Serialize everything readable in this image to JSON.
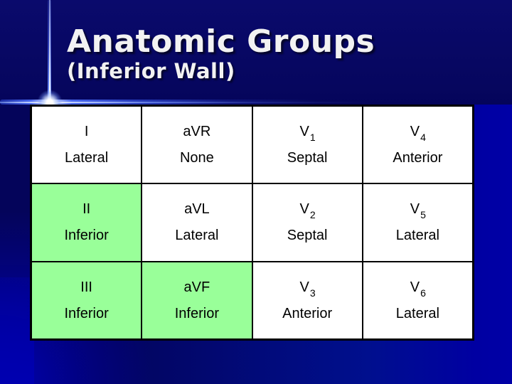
{
  "slide": {
    "title": "Anatomic Groups",
    "subtitle": "(Inferior Wall)"
  },
  "colors": {
    "background_dark_navy": "#06065e",
    "background_bright_blue": "#0000a6",
    "accent_line_blue": "#5073ff",
    "flare_white": "#ffffff",
    "title_text": "#f2f2f2",
    "table_border": "#000000",
    "cell_white": "#ffffff",
    "highlight_green": "#99ff99",
    "cell_text": "#000000"
  },
  "table": {
    "columns": 4,
    "rows": 3,
    "highlight_meaning": "Inferior wall leads highlighted in green",
    "cells": [
      {
        "lead": "I",
        "sub": "",
        "group": "Lateral",
        "highlighted": false,
        "bg": "#ffffff"
      },
      {
        "lead": "aVR",
        "sub": "",
        "group": "None",
        "highlighted": false,
        "bg": "#ffffff"
      },
      {
        "lead": "V",
        "sub": "1",
        "group": "Septal",
        "highlighted": false,
        "bg": "#ffffff"
      },
      {
        "lead": "V",
        "sub": "4",
        "group": "Anterior",
        "highlighted": false,
        "bg": "#ffffff"
      },
      {
        "lead": "II",
        "sub": "",
        "group": "Inferior",
        "highlighted": true,
        "bg": "#99ff99"
      },
      {
        "lead": "aVL",
        "sub": "",
        "group": "Lateral",
        "highlighted": false,
        "bg": "#ffffff"
      },
      {
        "lead": "V",
        "sub": "2",
        "group": "Septal",
        "highlighted": false,
        "bg": "#ffffff"
      },
      {
        "lead": "V",
        "sub": "5",
        "group": "Lateral",
        "highlighted": false,
        "bg": "#ffffff"
      },
      {
        "lead": "III",
        "sub": "",
        "group": "Inferior",
        "highlighted": true,
        "bg": "#99ff99"
      },
      {
        "lead": "aVF",
        "sub": "",
        "group": "Inferior",
        "highlighted": true,
        "bg": "#99ff99"
      },
      {
        "lead": "V",
        "sub": "3",
        "group": "Anterior",
        "highlighted": false,
        "bg": "#ffffff"
      },
      {
        "lead": "V",
        "sub": "6",
        "group": "Lateral",
        "highlighted": false,
        "bg": "#ffffff"
      }
    ]
  }
}
